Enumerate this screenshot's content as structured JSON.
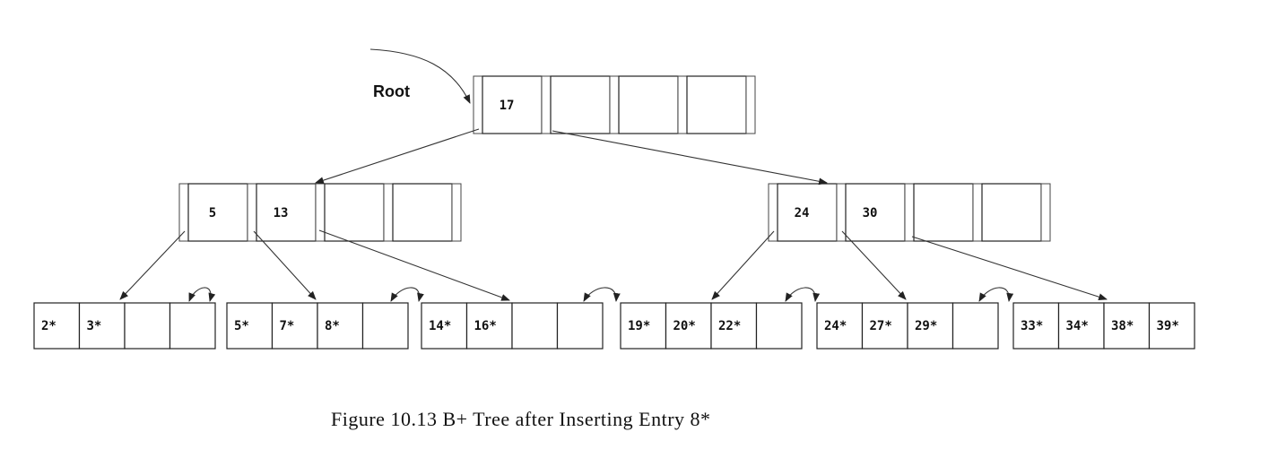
{
  "root_label": "Root",
  "caption": "Figure 10.13   B+ Tree after Inserting Entry 8*",
  "root": {
    "keys": [
      "17",
      "",
      "",
      ""
    ]
  },
  "internal": [
    {
      "keys": [
        "5",
        "13",
        "",
        ""
      ]
    },
    {
      "keys": [
        "24",
        "30",
        "",
        ""
      ]
    }
  ],
  "leaves": [
    {
      "entries": [
        "2*",
        "3*",
        "",
        ""
      ]
    },
    {
      "entries": [
        "5*",
        "7*",
        "8*",
        ""
      ]
    },
    {
      "entries": [
        "14*",
        "16*",
        "",
        ""
      ]
    },
    {
      "entries": [
        "19*",
        "20*",
        "22*",
        ""
      ]
    },
    {
      "entries": [
        "24*",
        "27*",
        "29*",
        ""
      ]
    },
    {
      "entries": [
        "33*",
        "34*",
        "38*",
        "39*"
      ]
    }
  ]
}
